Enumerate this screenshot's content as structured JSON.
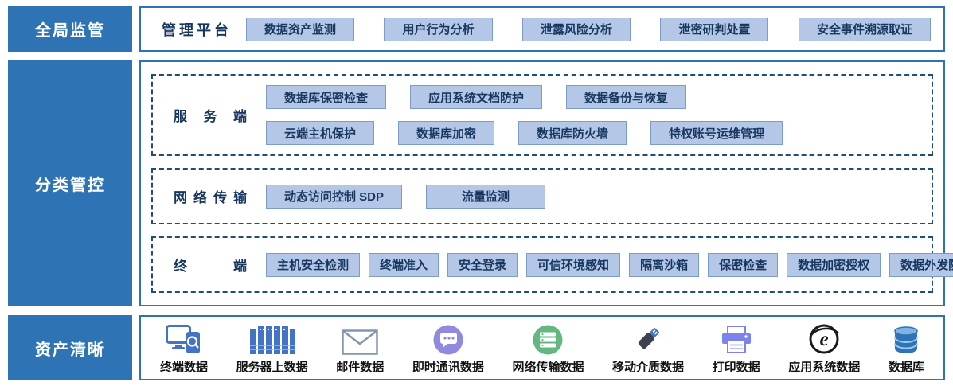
{
  "colors": {
    "band_blue": "#2e74b5",
    "button_fill": "#b4c7e7",
    "button_border": "#7a9cc6",
    "panel_border": "#2e74b5",
    "dashed_border": "#1f4e79",
    "text_dark": "#17375e"
  },
  "top": {
    "band_label": "全局监管",
    "section_label": "管理平台",
    "buttons": [
      "数据资产监测",
      "用户行为分析",
      "泄露风险分析",
      "泄密研判处置",
      "安全事件溯源取证"
    ]
  },
  "middle": {
    "band_label": "分类管控",
    "groups": [
      {
        "id": "server",
        "label": "服务端",
        "rows": [
          [
            "数据库保密检查",
            "应用系统文档防护",
            "数据备份与恢复"
          ],
          [
            "云端主机保护",
            "数据库加密",
            "数据库防火墙",
            "特权账号运维管理"
          ]
        ]
      },
      {
        "id": "network",
        "label": "网络传输",
        "rows": [
          [
            "动态访问控制 SDP",
            "流量监测"
          ]
        ]
      },
      {
        "id": "terminal",
        "label": "终端",
        "rows": [
          [
            "主机安全检测",
            "终端准入",
            "安全登录",
            "可信环境感知",
            "隔离沙箱",
            "保密检查",
            "数据加密授权",
            "数据外发防护"
          ]
        ]
      }
    ]
  },
  "bottom": {
    "band_label": "资产清晰",
    "items": [
      {
        "label": "终端数据",
        "icon": "terminal-devices-icon"
      },
      {
        "label": "服务器上数据",
        "icon": "server-rack-icon"
      },
      {
        "label": "邮件数据",
        "icon": "mail-icon"
      },
      {
        "label": "即时通讯数据",
        "icon": "chat-bubble-icon"
      },
      {
        "label": "网络传输数据",
        "icon": "network-stack-icon"
      },
      {
        "label": "移动介质数据",
        "icon": "usb-drive-icon"
      },
      {
        "label": "打印数据",
        "icon": "printer-icon"
      },
      {
        "label": "应用系统数据",
        "icon": "browser-e-icon"
      },
      {
        "label": "数据库",
        "icon": "database-icon"
      }
    ]
  }
}
